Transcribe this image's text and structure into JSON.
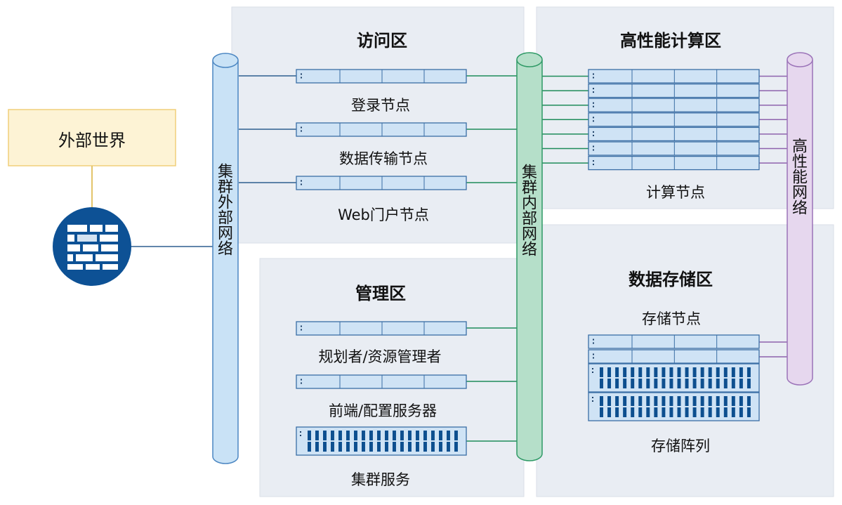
{
  "outside": {
    "label": "外部世界"
  },
  "firewall": {
    "icon": "firewall-icon"
  },
  "buses": {
    "external": "集群外部网络",
    "internal": "集群内部网络",
    "hpc": "高性能网络"
  },
  "zones": {
    "access": {
      "title": "访问区",
      "nodes": [
        "登录节点",
        "数据传输节点",
        "Web门户节点"
      ]
    },
    "management": {
      "title": "管理区",
      "nodes": [
        "规划者/资源管理者",
        "前端/配置服务器",
        "集群服务"
      ]
    },
    "compute": {
      "title": "高性能计算区",
      "node_label": "计算节点"
    },
    "storage": {
      "title": "数据存储区",
      "node_label": "存储节点",
      "array_label": "存储阵列"
    }
  },
  "colors": {
    "zone_bg": "#e9edf3",
    "external_bus": "#c9e2f6",
    "internal_bus": "#b5dfc9",
    "hpc_bus": "#e6d7ee",
    "firewall": "#0d5195",
    "server_fill": "#cfe3f5",
    "outside_bg": "#fdf3d5"
  }
}
